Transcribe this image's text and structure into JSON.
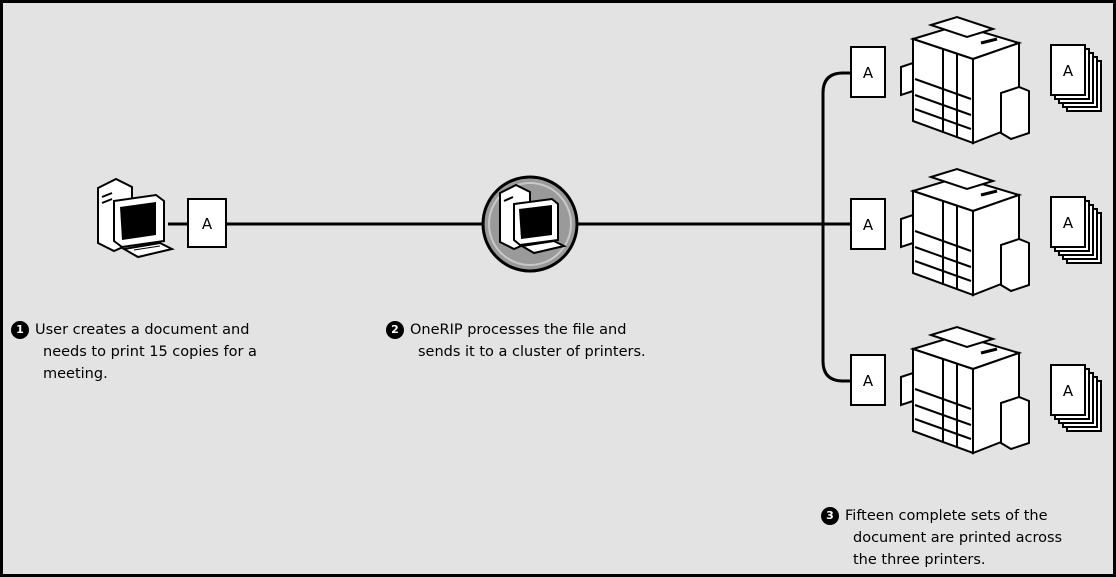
{
  "documents": {
    "doc_letter": "A"
  },
  "steps": [
    {
      "number": "1",
      "lines": [
        "User creates a document and",
        "needs to print 15 copies for a",
        "meeting."
      ]
    },
    {
      "number": "2",
      "lines": [
        "OneRIP processes the file and",
        "sends it to a cluster of printers."
      ]
    },
    {
      "number": "3",
      "lines": [
        "Fifteen complete sets of the",
        "document are printed across",
        "the three printers."
      ]
    }
  ]
}
